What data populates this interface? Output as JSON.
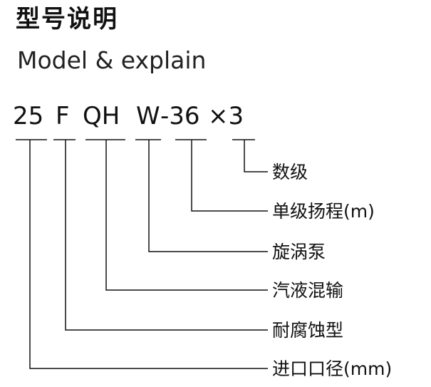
{
  "title_cn": "型号说明",
  "title_en": "Model & explain",
  "model_parts": [
    {
      "text": "25",
      "label": "进口口径(mm)"
    },
    {
      "text": "F",
      "label": "耐腐蚀型"
    },
    {
      "text": "QH",
      "label": "汽液混输"
    },
    {
      "text": "W",
      "label": "旋涡泵"
    },
    {
      "text": "-36",
      "label": "单级扬程(m)"
    },
    {
      "text": "×3",
      "label": "数级"
    }
  ]
}
